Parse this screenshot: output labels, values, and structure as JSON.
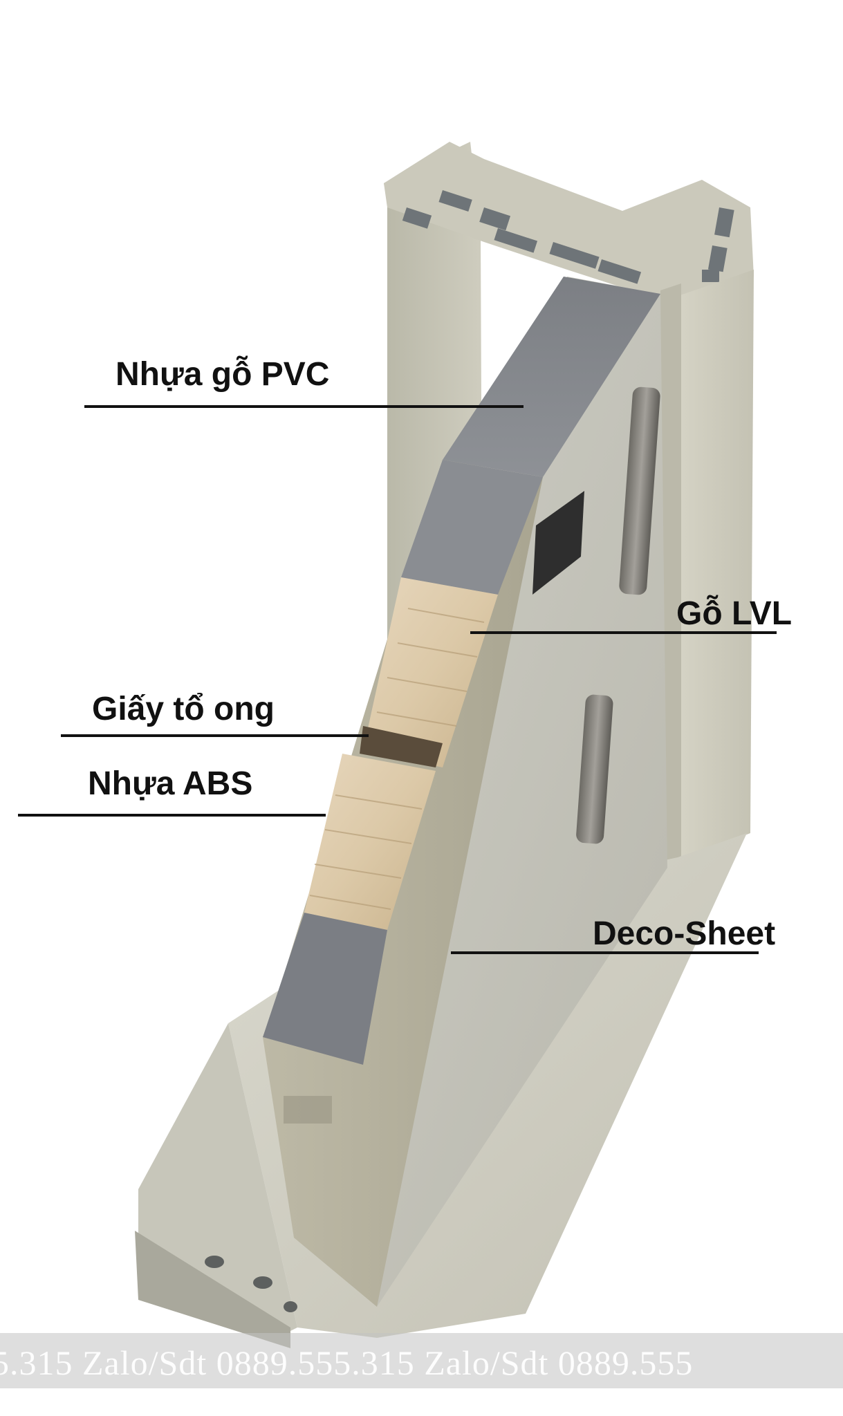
{
  "diagram": {
    "labels": {
      "pvc": "Nhựa gỗ PVC",
      "lvl": "Gỗ LVL",
      "honeycomb": "Giấy tổ ong",
      "abs": "Nhựa ABS",
      "deco": "Deco-Sheet"
    }
  },
  "watermark": {
    "text": "5.315 Zalo/Sdt    0889.555.315 Zalo/Sdt    0889.555"
  }
}
